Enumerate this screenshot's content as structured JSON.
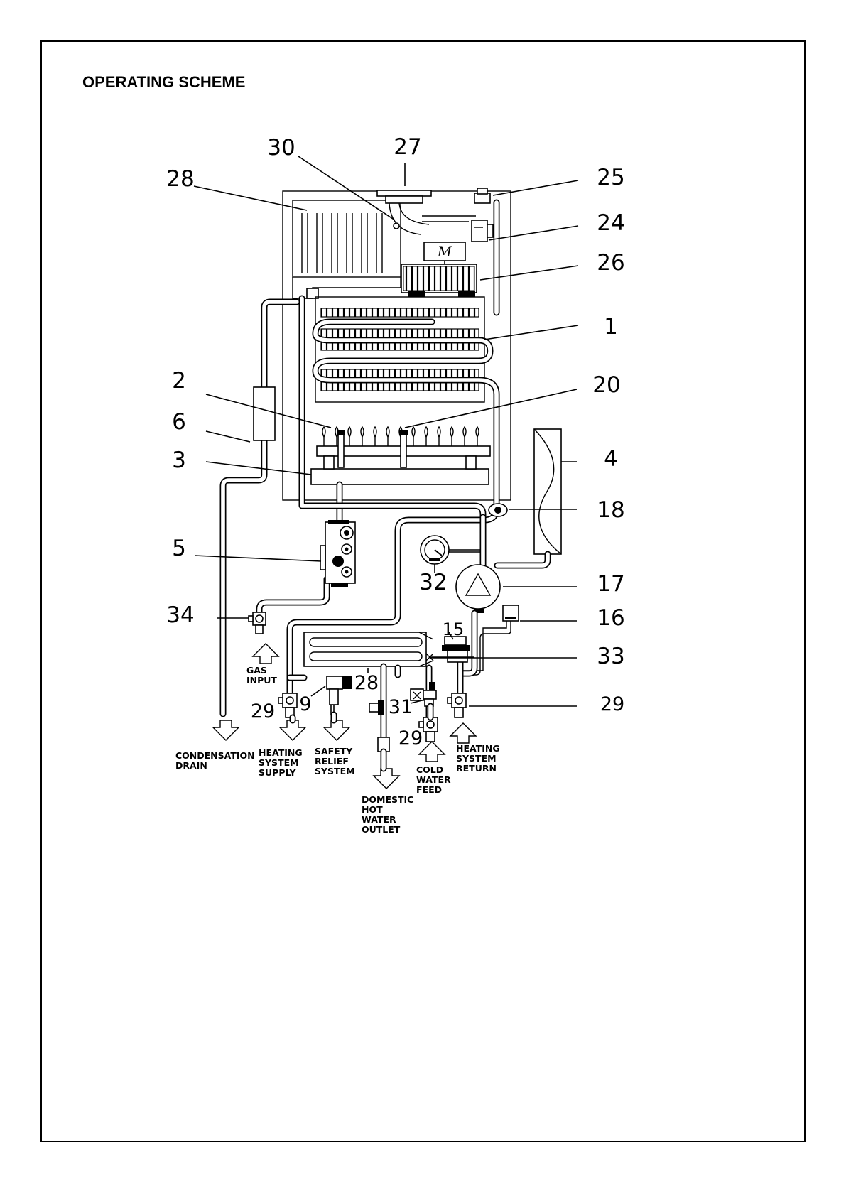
{
  "page": {
    "title": "OPERATING SCHEME"
  },
  "callouts": {
    "c30": "30",
    "c27": "27",
    "c28_top": "28",
    "c25": "25",
    "c24": "24",
    "c26": "26",
    "c1": "1",
    "c2": "2",
    "c20": "20",
    "c6": "6",
    "c3": "3",
    "c4": "4",
    "c18": "18",
    "c5": "5",
    "c32": "32",
    "c17": "17",
    "c34": "34",
    "c16": "16",
    "c15": "15",
    "c33": "33",
    "c28_low": "28",
    "c9": "9",
    "c29_left": "29",
    "c31": "31",
    "c29_mid": "29",
    "c29_right": "29"
  },
  "inline_labels": {
    "motor": "M"
  },
  "connections": {
    "gas_input": [
      "GAS",
      "INPUT"
    ],
    "condensation_drain": [
      "CONDENSATION",
      "DRAIN"
    ],
    "heating_supply": [
      "HEATING",
      "SYSTEM",
      "SUPPLY"
    ],
    "safety_relief": [
      "SAFETY",
      "RELIEF",
      "SYSTEM"
    ],
    "dhw_outlet": [
      "DOMESTIC",
      "HOT",
      "WATER",
      "OUTLET"
    ],
    "cold_water_feed": [
      "COLD",
      "WATER",
      "FEED"
    ],
    "heating_return": [
      "HEATING",
      "SYSTEM",
      "RETURN"
    ]
  }
}
